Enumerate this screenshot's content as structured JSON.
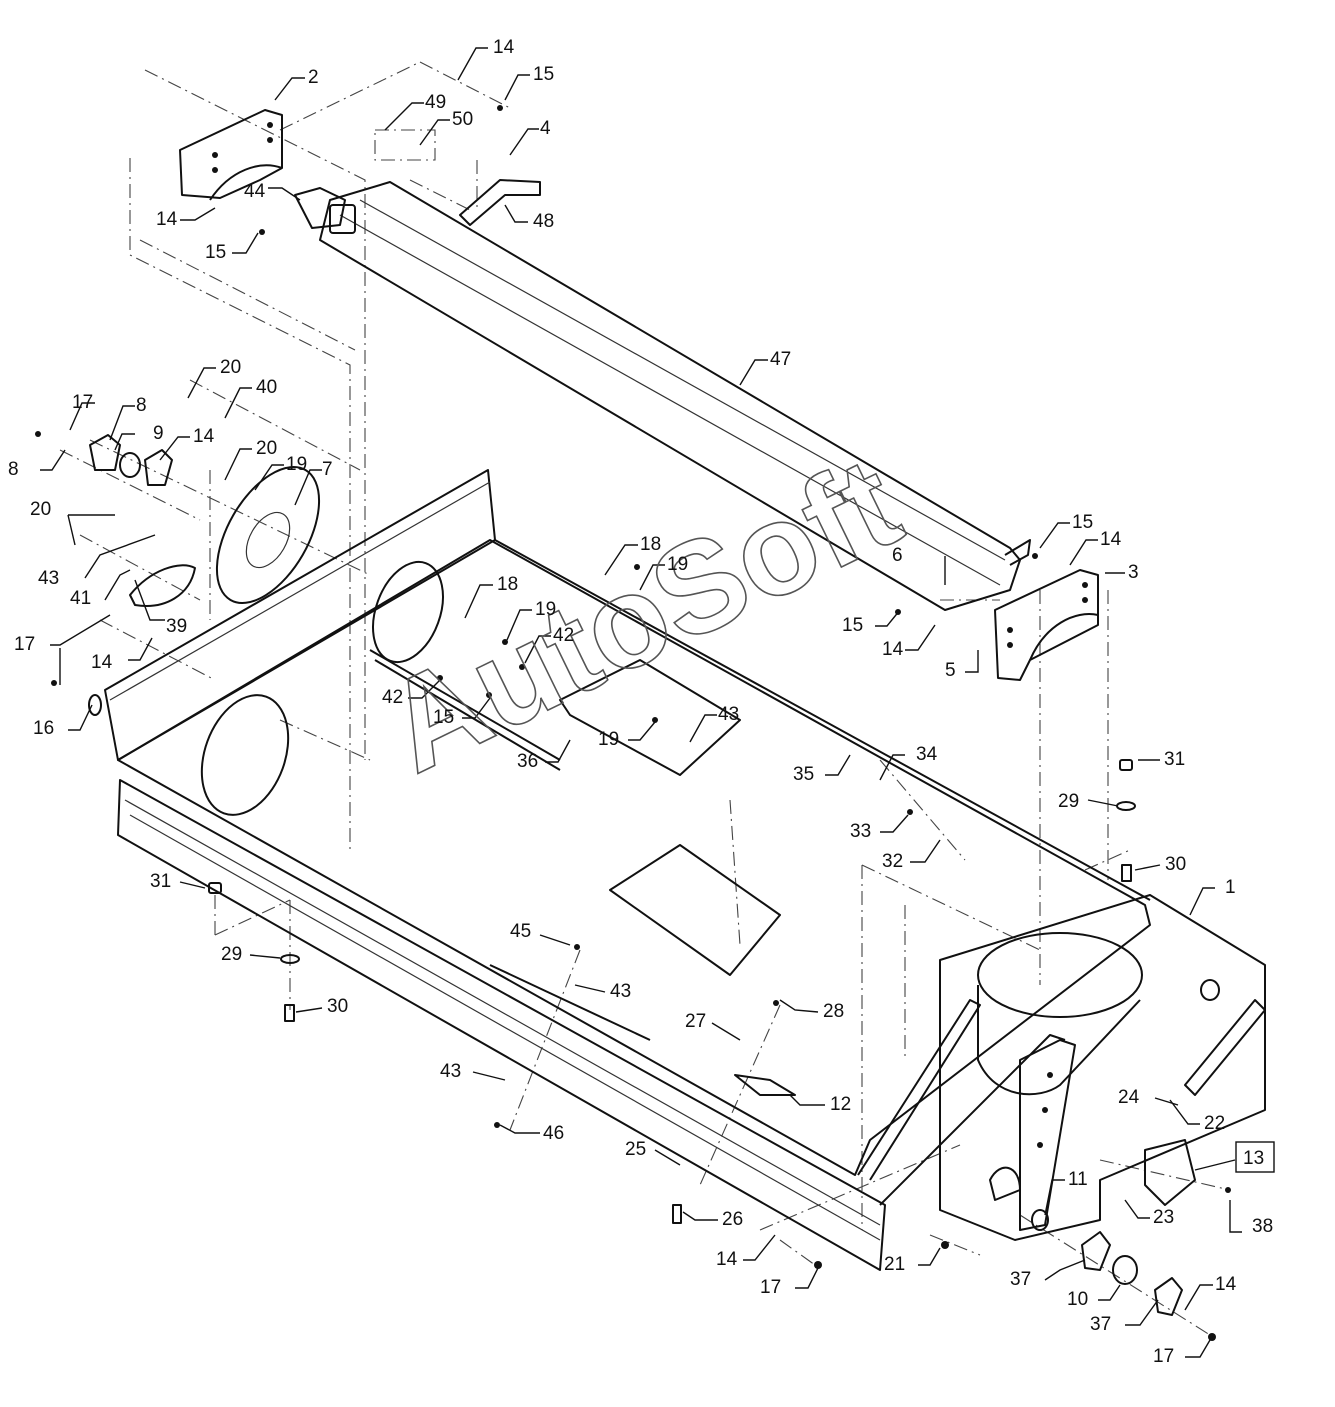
{
  "watermark": "AutoSoft",
  "callouts": [
    {
      "label": "14"
    },
    {
      "label": "15"
    },
    {
      "label": "2"
    },
    {
      "label": "49"
    },
    {
      "label": "50"
    },
    {
      "label": "4"
    },
    {
      "label": "44"
    },
    {
      "label": "48"
    },
    {
      "label": "14"
    },
    {
      "label": "15"
    },
    {
      "label": "47"
    },
    {
      "label": "20"
    },
    {
      "label": "40"
    },
    {
      "label": "17"
    },
    {
      "label": "8"
    },
    {
      "label": "9"
    },
    {
      "label": "8"
    },
    {
      "label": "14"
    },
    {
      "label": "20"
    },
    {
      "label": "19"
    },
    {
      "label": "7"
    },
    {
      "label": "20"
    },
    {
      "label": "43"
    },
    {
      "label": "41"
    },
    {
      "label": "39"
    },
    {
      "label": "17"
    },
    {
      "label": "14"
    },
    {
      "label": "16"
    },
    {
      "label": "18"
    },
    {
      "label": "19"
    },
    {
      "label": "18"
    },
    {
      "label": "19"
    },
    {
      "label": "42"
    },
    {
      "label": "42"
    },
    {
      "label": "15"
    },
    {
      "label": "43"
    },
    {
      "label": "19"
    },
    {
      "label": "36"
    },
    {
      "label": "15"
    },
    {
      "label": "14"
    },
    {
      "label": "6"
    },
    {
      "label": "15"
    },
    {
      "label": "14"
    },
    {
      "label": "3"
    },
    {
      "label": "5"
    },
    {
      "label": "35"
    },
    {
      "label": "34"
    },
    {
      "label": "33"
    },
    {
      "label": "32"
    },
    {
      "label": "31"
    },
    {
      "label": "29"
    },
    {
      "label": "30"
    },
    {
      "label": "1"
    },
    {
      "label": "31"
    },
    {
      "label": "29"
    },
    {
      "label": "30"
    },
    {
      "label": "45"
    },
    {
      "label": "43"
    },
    {
      "label": "28"
    },
    {
      "label": "27"
    },
    {
      "label": "12"
    },
    {
      "label": "43"
    },
    {
      "label": "46"
    },
    {
      "label": "24"
    },
    {
      "label": "22"
    },
    {
      "label": "13"
    },
    {
      "label": "25"
    },
    {
      "label": "26"
    },
    {
      "label": "11"
    },
    {
      "label": "23"
    },
    {
      "label": "38"
    },
    {
      "label": "14"
    },
    {
      "label": "17"
    },
    {
      "label": "21"
    },
    {
      "label": "37"
    },
    {
      "label": "10"
    },
    {
      "label": "14"
    },
    {
      "label": "37"
    },
    {
      "label": "17"
    }
  ]
}
